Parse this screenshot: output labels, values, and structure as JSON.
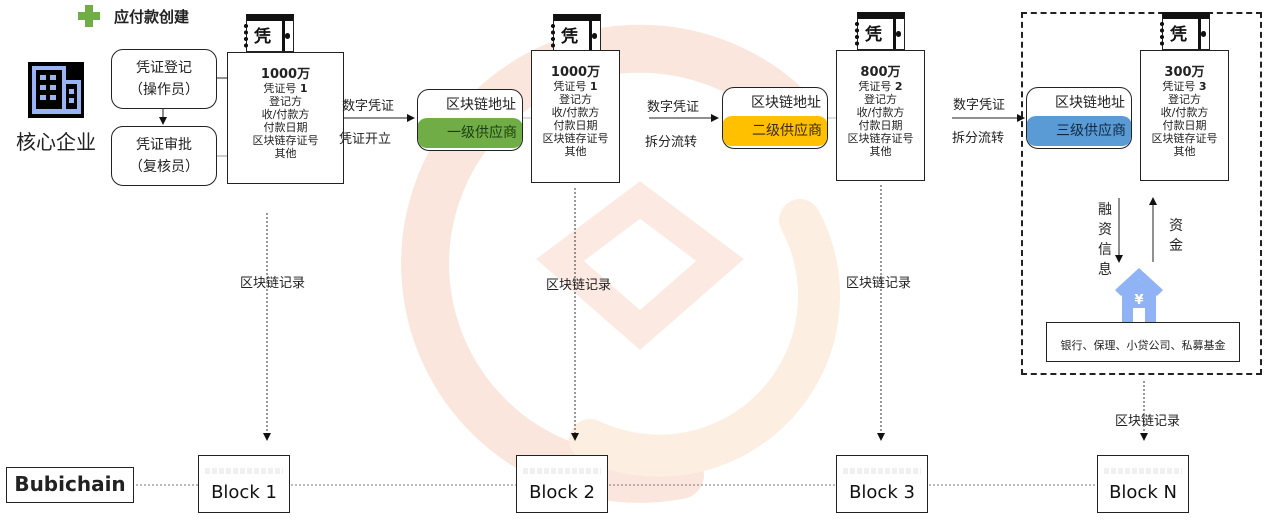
{
  "header": {
    "title": "应付款创建",
    "icon": "plus-icon"
  },
  "core_enterprise": {
    "label": "核心企业",
    "icon": "office-building-icon"
  },
  "steps": [
    {
      "line1": "凭证登记",
      "line2": "（操作员）"
    },
    {
      "line1": "凭证审批",
      "line2": "（复核员）"
    }
  ],
  "vouchers": [
    {
      "tab_char": "凭",
      "amount": "1000万",
      "number_label": "凭证号",
      "number": "1",
      "fields": [
        "登记方",
        "收/付款方",
        "付款日期",
        "区块链存证号",
        "其他"
      ]
    },
    {
      "tab_char": "凭",
      "amount": "1000万",
      "number_label": "凭证号",
      "number": "1",
      "fields": [
        "登记方",
        "收/付款方",
        "付款日期",
        "区块链存证号",
        "其他"
      ]
    },
    {
      "tab_char": "凭",
      "amount": "800万",
      "number_label": "凭证号",
      "number": "2",
      "fields": [
        "登记方",
        "收/付款方",
        "付款日期",
        "区块链存证号",
        "其他"
      ]
    },
    {
      "tab_char": "凭",
      "amount": "300万",
      "number_label": "凭证号",
      "number": "3",
      "fields": [
        "登记方",
        "收/付款方",
        "付款日期",
        "区块链存证号",
        "其他"
      ]
    }
  ],
  "suppliers": [
    {
      "address_label": "区块链地址",
      "role": "一级供应商",
      "color": "#70ad47",
      "text_color": "#1e3d10"
    },
    {
      "address_label": "区块链地址",
      "role": "二级供应商",
      "color": "#ffc000",
      "text_color": "#3a2a00"
    },
    {
      "address_label": "区块链地址",
      "role": "三级供应商",
      "color": "#5b9bd5",
      "text_color": "#0f2a44"
    }
  ],
  "edges": [
    {
      "top": "数字凭证",
      "bottom": "凭证开立"
    },
    {
      "top": "数字凭证",
      "bottom": "拆分流转"
    },
    {
      "top": "数字凭证",
      "bottom": "拆分流转"
    }
  ],
  "record_label": "区块链记录",
  "financing": {
    "down_label": "融资信息",
    "up_label": "资金",
    "institution_icon": "bank-yuan-house-icon",
    "institutions": "银行、保理、小贷公司、私募基金",
    "icon_color": "#8fb3f5"
  },
  "chain": {
    "name": "Bubichain",
    "blocks": [
      "Block 1",
      "Block 2",
      "Block 3",
      "Block N"
    ]
  },
  "colors": {
    "watermark": "#fbe3dc",
    "line": "#222222"
  }
}
